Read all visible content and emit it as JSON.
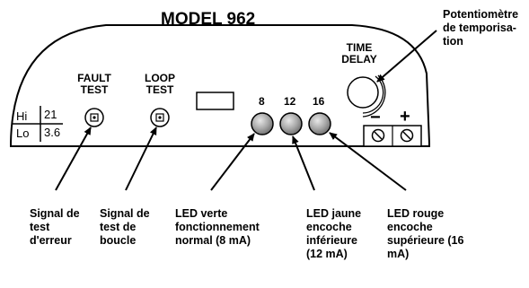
{
  "device": {
    "title": "MODEL 962",
    "fault_test": [
      "FAULT",
      "TEST"
    ],
    "loop_test": [
      "LOOP",
      "TEST"
    ],
    "time_delay": [
      "TIME",
      "DELAY"
    ],
    "hi_label": "Hi",
    "hi_value": "21",
    "lo_label": "Lo",
    "lo_value": "3.6",
    "led_labels": [
      "8",
      "12",
      "16"
    ],
    "minus": "−",
    "plus": "+"
  },
  "callouts": {
    "potentiometer": "Potentiomètre de temporisa- tion",
    "signal_error": "Signal de test d'erreur",
    "signal_loop": "Signal de test de boucle",
    "led_green": "LED verte fonctionnement normal (8 mA)",
    "led_yellow": "LED jaune encoche inférieure (12 mA)",
    "led_red": "LED rouge encoche supérieure (16 mA)"
  }
}
